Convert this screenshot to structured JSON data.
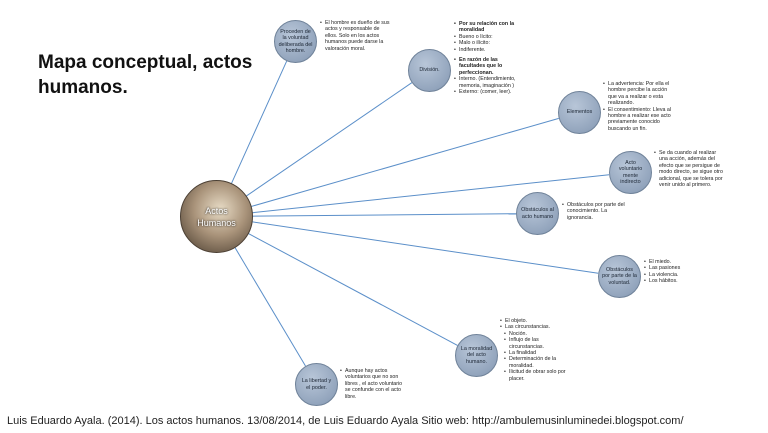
{
  "title": "Mapa conceptual, actos humanos.",
  "center": {
    "label": "Actos Humanos"
  },
  "colors": {
    "node_fill": "#9aabc2",
    "line": "#5b8fc9",
    "center_fill": "#8a7560"
  },
  "nodes": [
    {
      "label": "Proceden de la voluntad deliberada del hombre.",
      "notes": [
        {
          "text": "El hombre es dueño de sus actos y responsable de ellos. Solo en los actos humanos puede darse la valoración moral."
        }
      ]
    },
    {
      "label": "División.",
      "notes": [
        {
          "text": "Por su relación con la moralidad",
          "bold": true
        },
        {
          "text": "Bueno o lícito:"
        },
        {
          "text": "Malo o ilícito:"
        },
        {
          "text": "Indiferente."
        },
        {
          "text": "En razón de las facultades que lo perfeccionan.",
          "bold": true,
          "gap": true
        },
        {
          "text": "Interno. (Entendimiento, memoria, imaginación )"
        },
        {
          "text": "Externo: (comer, leer)."
        }
      ]
    },
    {
      "label": "Elementos",
      "notes": [
        {
          "text": "La advertencia: Por ella el hombre percibe la acción que va a realizar o esta realizando."
        },
        {
          "text": "El consentimiento: Lleva al hombre a realizar ese acto previamente conocido buscando un fin."
        }
      ]
    },
    {
      "label": "Acto voluntario mente indirecto",
      "notes": [
        {
          "text": "Se da cuando al realizar una acción, además del efecto que se persigue de modo directo, se sigue otro adicional, que se tolera por venir unido al primero."
        }
      ]
    },
    {
      "label": "Obstáculos al acto humano",
      "notes": [
        {
          "text": "Obstáculos por parte del conocimiento. La ignorancia."
        }
      ]
    },
    {
      "label": "Obstáculos por parte de la voluntad.",
      "notes": [
        {
          "text": "El miedo."
        },
        {
          "text": "Las pasiones"
        },
        {
          "text": "La violencia."
        },
        {
          "text": "Los hábitos."
        }
      ]
    },
    {
      "label": "La moralidad del acto humano.",
      "notes": [
        {
          "text": "El objeto."
        },
        {
          "text": "Las circunstancias."
        },
        {
          "text": "Noción.",
          "sub": true
        },
        {
          "text": "Influjo de las circunstancias.",
          "sub": true
        },
        {
          "text": "La finalidad",
          "sub": true
        },
        {
          "text": "Determinación de la moralidad.",
          "sub": true
        },
        {
          "text": "Ilicitud de obrar solo por placer.",
          "sub": true
        }
      ]
    },
    {
      "label": "La libertad y el poder.",
      "notes": [
        {
          "text": "Aunque hay actos voluntarios que no son libres , el acto voluntario se confunde con el acto libre."
        }
      ]
    }
  ],
  "citation": "Luis Eduardo Ayala. (2014). Los actos humanos. 13/08/2014, de Luis Eduardo Ayala Sitio web: http://ambulemusinluminedei.blogspot.com/"
}
